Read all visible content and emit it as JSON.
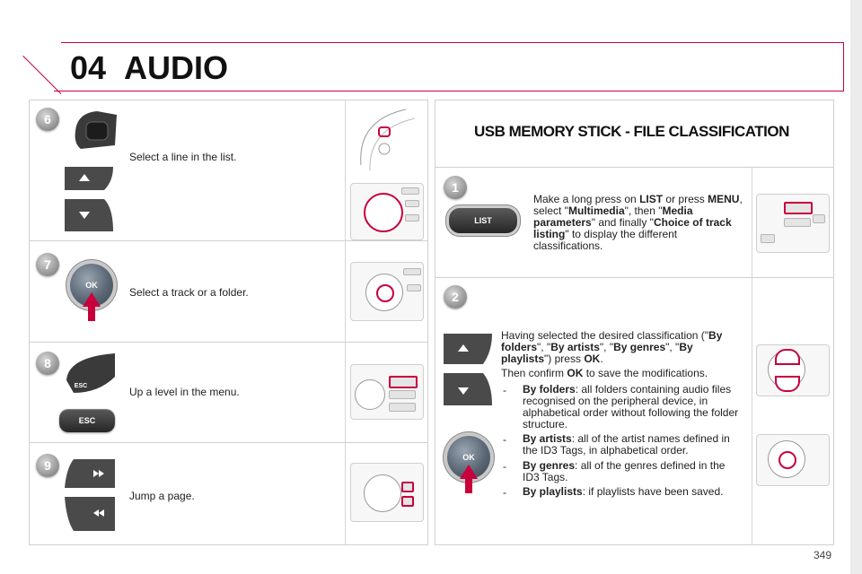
{
  "header": {
    "chapter_number": "04",
    "chapter_title": "AUDIO"
  },
  "left_steps": [
    {
      "badge": "6",
      "text": "Select a line in the list."
    },
    {
      "badge": "7",
      "text": "Select a track or a folder."
    },
    {
      "badge": "8",
      "text": "Up a level in the menu."
    },
    {
      "badge": "9",
      "text": "Jump a page."
    }
  ],
  "controls": {
    "ok_label": "OK",
    "esc_label": "ESC",
    "list_label": "LIST",
    "esc_small": "ESC"
  },
  "right": {
    "section_title": "USB MEMORY STICK - FILE CLASSIFICATION",
    "step1": {
      "badge": "1",
      "parts": [
        {
          "t": "Make a long press on ",
          "b": false
        },
        {
          "t": "LIST",
          "b": true
        },
        {
          "t": " or press ",
          "b": false
        },
        {
          "t": "MENU",
          "b": true
        },
        {
          "t": ", select \"",
          "b": false
        },
        {
          "t": "Multimedia",
          "b": true
        },
        {
          "t": "\", then \"",
          "b": false
        },
        {
          "t": "Media parameters",
          "b": true
        },
        {
          "t": "\" and finally \"",
          "b": false
        },
        {
          "t": "Choice of track listing",
          "b": true
        },
        {
          "t": "\" to display the different classifications.",
          "b": false
        }
      ]
    },
    "step2": {
      "badge": "2",
      "intro_parts": [
        {
          "t": "Having selected the desired classification (\"",
          "b": false
        },
        {
          "t": "By folders",
          "b": true
        },
        {
          "t": "\", \"",
          "b": false
        },
        {
          "t": "By artists",
          "b": true
        },
        {
          "t": "\", \"",
          "b": false
        },
        {
          "t": "By genres",
          "b": true
        },
        {
          "t": "\", \"",
          "b": false
        },
        {
          "t": "By playlists",
          "b": true
        },
        {
          "t": "\") press ",
          "b": false
        },
        {
          "t": "OK",
          "b": true
        },
        {
          "t": ".",
          "b": false
        }
      ],
      "confirm_parts": [
        {
          "t": "Then confirm ",
          "b": false
        },
        {
          "t": "OK",
          "b": true
        },
        {
          "t": " to save the modifications.",
          "b": false
        }
      ],
      "items": [
        {
          "term": "By folders",
          "desc": ": all folders containing audio files recognised on the peripheral device, in alphabetical order without following the folder structure."
        },
        {
          "term": "By artists",
          "desc": ": all of the artist names defined in the ID3 Tags, in alphabetical order."
        },
        {
          "term": "By genres",
          "desc": ": all of the genres defined in the ID3 Tags."
        },
        {
          "term": "By playlists",
          "desc": ": if playlists have been saved."
        }
      ]
    }
  },
  "footer": {
    "page_number": "349"
  },
  "colors": {
    "accent": "#c7003c",
    "panel_border": "#d0d0d0"
  }
}
